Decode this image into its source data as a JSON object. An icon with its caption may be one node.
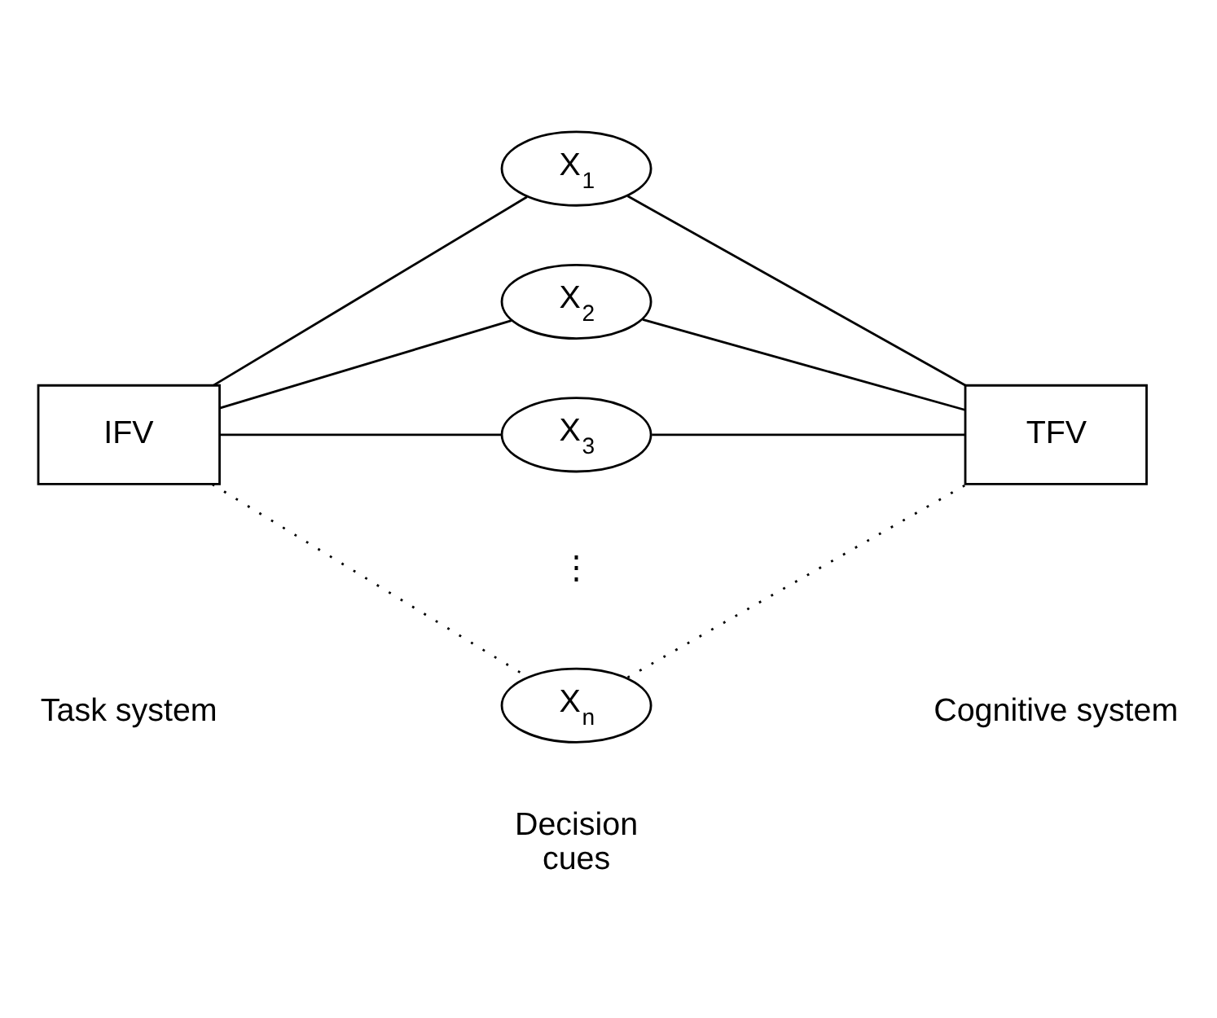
{
  "diagram": {
    "nodes": [
      {
        "text": [
          "IFV"
        ]
      },
      {
        "text": [
          "X$_{1}$"
        ]
      },
      {
        "text": [
          "X$_{2}$"
        ]
      },
      {
        "text": [
          "X$_{3}$"
        ]
      },
      {
        "text": [
          "X$_{n}$"
        ]
      },
      {
        "text": [
          "TFV"
        ]
      }
    ],
    "edges": [
      {
        "from": 0,
        "to": 1,
        "arrow": "none"
      },
      {
        "from": 0,
        "to": 2,
        "arrow": "none"
      },
      {
        "from": 0,
        "to": 3,
        "arrow": "none"
      },
      {
        "from": 0,
        "to": 4,
        "arrow": "none",
        "style": "dashed"
      },
      {
        "from": 1,
        "to": 5,
        "arrow": "none"
      },
      {
        "from": 2,
        "to": 5,
        "arrow": "none"
      },
      {
        "from": 3,
        "to": 5,
        "arrow": "none"
      },
      {
        "from": 4,
        "to": 5,
        "arrow": "none",
        "style": "dashed"
      }
    ],
    "labels": [
      "⋮",
      "Task system",
      "Decision cues",
      "Cognitive system"
    ]
  }
}
